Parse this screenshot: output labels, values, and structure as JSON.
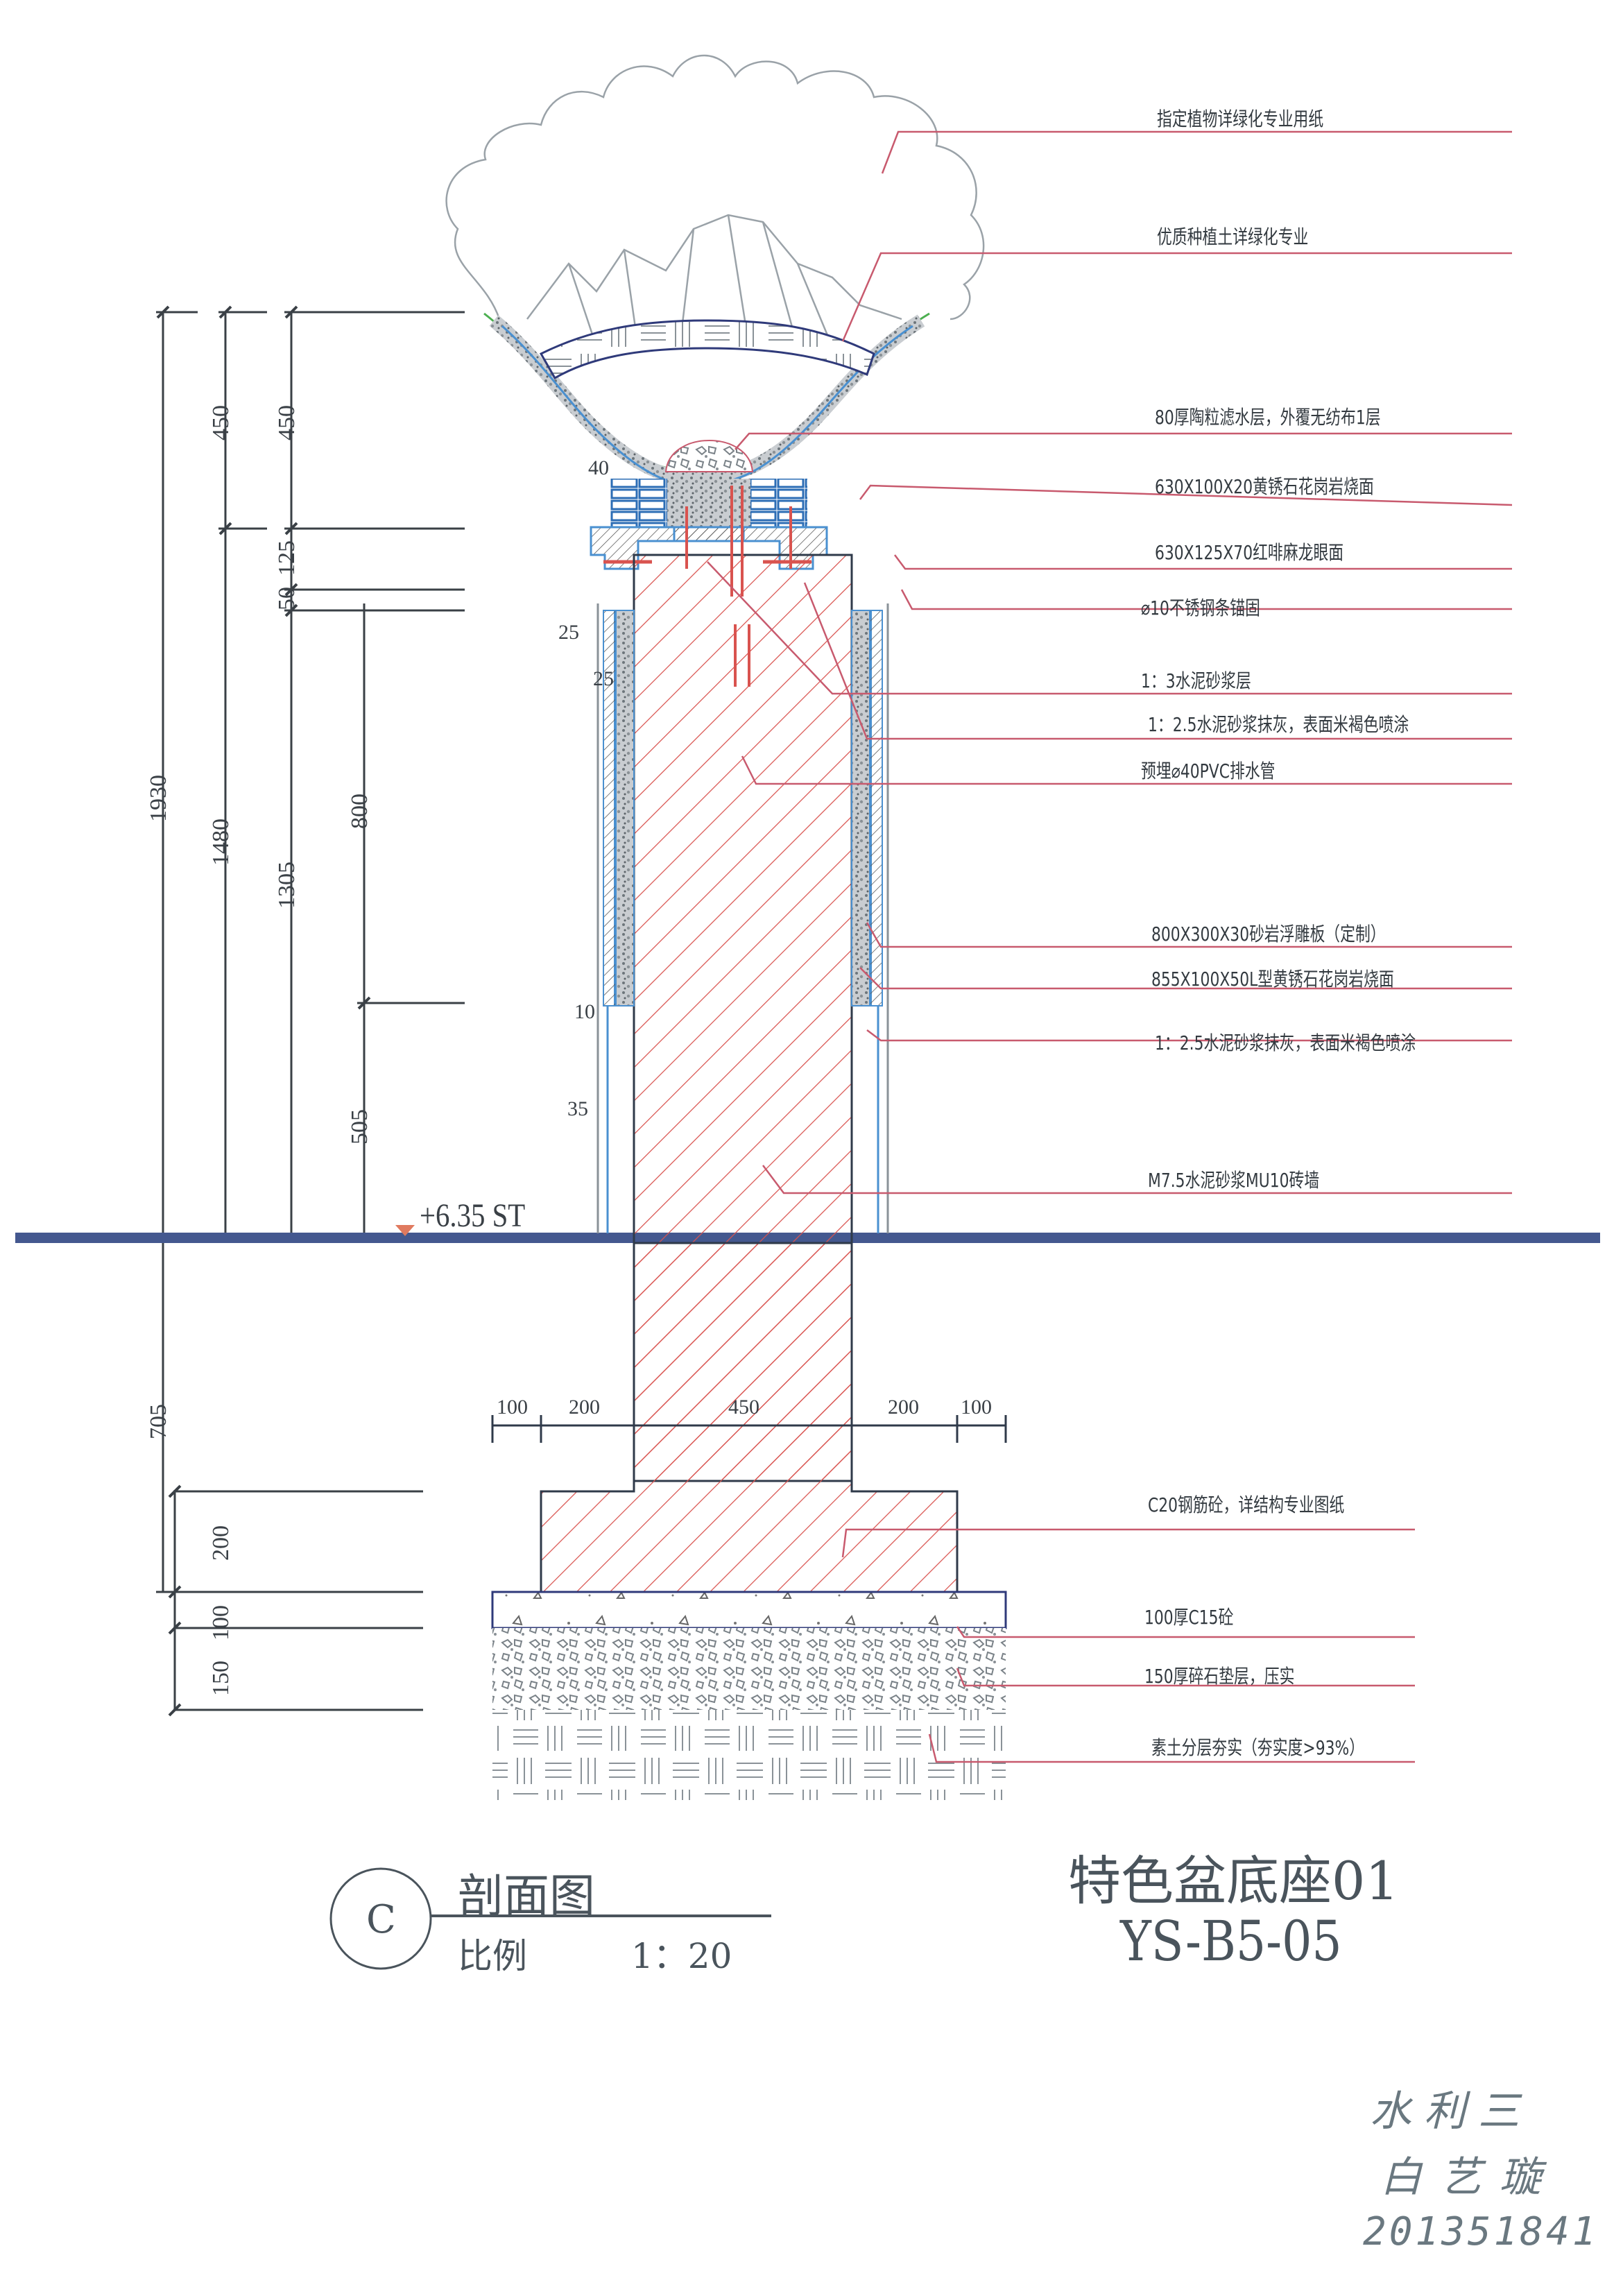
{
  "drawing": {
    "title": "特色盆底座01",
    "drawing_number": "YS-B5-05",
    "section_marker": "C",
    "section_label": "剖面图",
    "scale_label": "比例",
    "scale_value": "1：20",
    "elevation_mark": "+6.35 ST"
  },
  "callouts": [
    {
      "text": "指定植物详绿化专业用纸"
    },
    {
      "text": "优质种植土详绿化专业"
    },
    {
      "text": "80厚陶粒滤水层，外覆无纺布1层"
    },
    {
      "text": "630X100X20黄锈石花岗岩烧面"
    },
    {
      "text": "630X125X70红啡麻龙眼面"
    },
    {
      "text": "10不锈钢条锚固",
      "symbol": "diameter-icon"
    },
    {
      "text": "1：3水泥砂浆层"
    },
    {
      "text": "1：2.5水泥砂浆抹灰，表面米褐色喷涂"
    },
    {
      "text": "预埋",
      "text_after": "40PVC排水管",
      "symbol": "diameter-icon"
    },
    {
      "text": "800X300X30砂岩浮雕板（定制）"
    },
    {
      "text": "855X100X50L型黄锈石花岗岩烧面"
    },
    {
      "text": "1：2.5水泥砂浆抹灰，表面米褐色喷涂"
    },
    {
      "text": "M7.5水泥砂浆MU10砖墙"
    },
    {
      "text": "C20钢筋砼，详结构专业图纸"
    },
    {
      "text": "100厚C15砼"
    },
    {
      "text": "150厚碎石垫层，压实"
    },
    {
      "text": "素土分层夯实（夯实度>93%）"
    }
  ],
  "dimensions": {
    "vertical_left": [
      "450",
      "450",
      "125",
      "50",
      "1930",
      "1480",
      "1305",
      "800",
      "505",
      "705",
      "200",
      "100",
      "150"
    ],
    "small": [
      "40",
      "25",
      "25",
      "10",
      "35"
    ],
    "footing_widths": [
      "100",
      "200",
      "450",
      "200",
      "100"
    ]
  },
  "handwriting": {
    "line1": "水利三",
    "line2": "白艺璇",
    "line3": "201351841"
  },
  "colors": {
    "ground_line": "#44588f",
    "hatch_red": "#d9534f",
    "callout_leader": "#c85a6e",
    "stone_blue": "#4a90d0",
    "outline_dark": "#2f3a4a",
    "elevation_marker": "#e07a5f",
    "pot_green": "#4caf50"
  }
}
